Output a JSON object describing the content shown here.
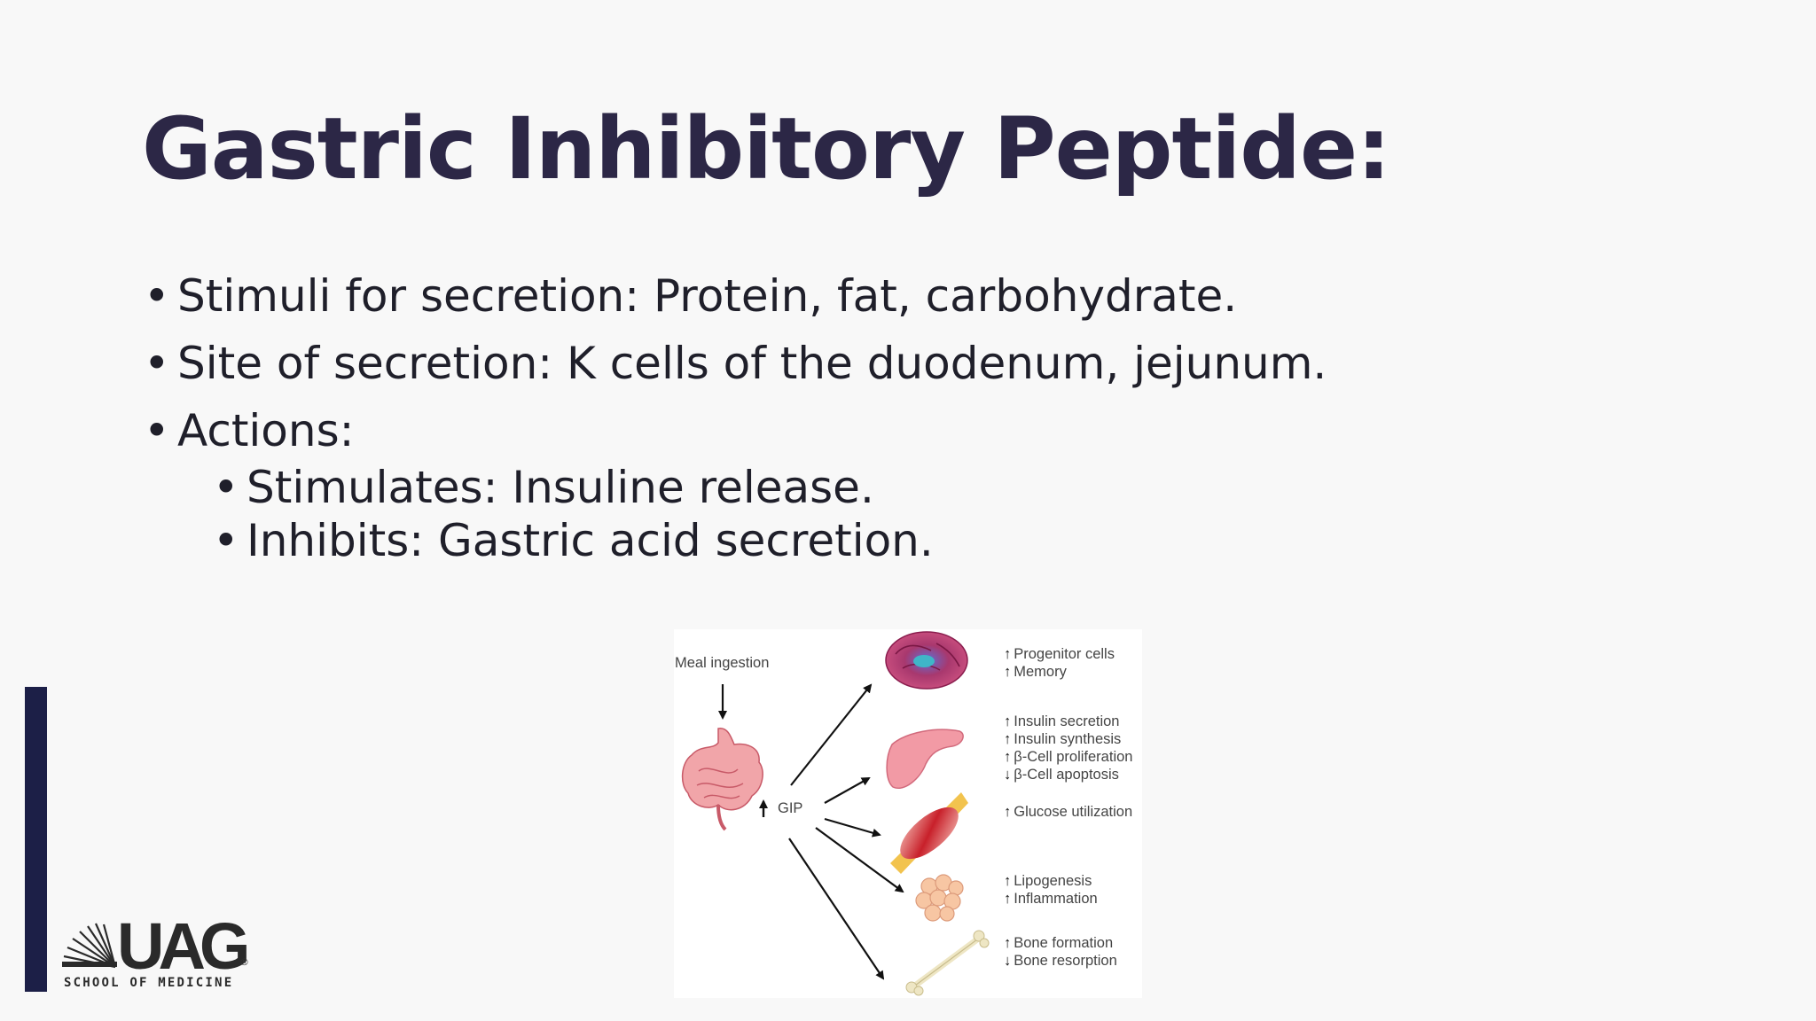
{
  "title": "Gastric Inhibitory Peptide:",
  "bullets": {
    "stimuli": "Stimuli for secretion: Protein, fat, carbohydrate.",
    "site": "Site of secretion: K cells of the duodenum, jejunum.",
    "actions": "Actions:",
    "stimulates": "Stimulates: Insuline release.",
    "inhibits": "Inhibits: Gastric acid secretion."
  },
  "logo": {
    "word": "UAG",
    "registered": "®",
    "subtitle": "SCHOOL OF MEDICINE"
  },
  "figure": {
    "meal": "Meal ingestion",
    "gip": "GIP",
    "effects": {
      "brain": [
        {
          "dir": "up",
          "text": "Progenitor cells"
        },
        {
          "dir": "up",
          "text": "Memory"
        }
      ],
      "pancreas": [
        {
          "dir": "up",
          "text": "Insulin secretion"
        },
        {
          "dir": "up",
          "text": "Insulin synthesis"
        },
        {
          "dir": "up",
          "text": "β-Cell proliferation"
        },
        {
          "dir": "down",
          "text": "β-Cell apoptosis"
        }
      ],
      "muscle": [
        {
          "dir": "up",
          "text": "Glucose utilization"
        }
      ],
      "fat": [
        {
          "dir": "up",
          "text": "Lipogenesis"
        },
        {
          "dir": "up",
          "text": "Inflammation"
        }
      ],
      "bone": [
        {
          "dir": "up",
          "text": "Bone formation"
        },
        {
          "dir": "down",
          "text": "Bone resorption"
        }
      ]
    }
  },
  "colors": {
    "title": "#2c2746",
    "accent_bar": "#1c1f47",
    "background": "#f8f8f8"
  }
}
